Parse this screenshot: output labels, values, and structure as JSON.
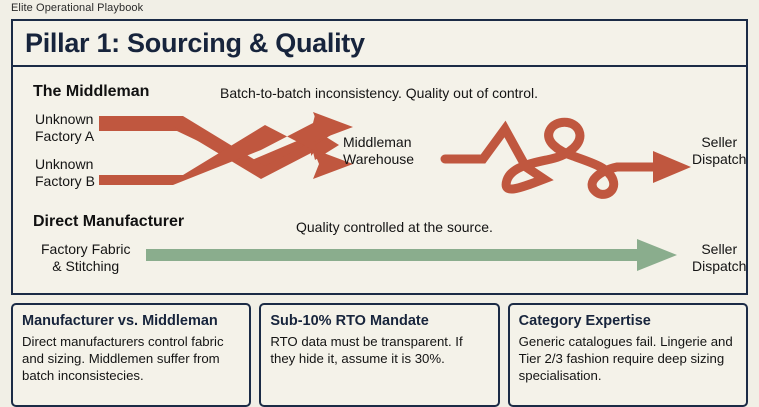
{
  "kicker": "Elite Operational Playbook",
  "header": {
    "title": "Pillar 1: Sourcing & Quality"
  },
  "colors": {
    "page_background": "#f1efe6",
    "panel_background": "#f4f2e9",
    "border_navy": "#1b2b46",
    "title_navy": "#17243c",
    "arrow_red": "#c0573f",
    "arrow_green": "#8aad8d"
  },
  "diagram": {
    "middleman": {
      "heading": "The Middleman",
      "caption": "Batch-to-batch inconsistency. Quality out of control.",
      "source_a_line1": "Unknown",
      "source_a_line2": "Factory A",
      "source_b_line1": "Unknown",
      "source_b_line2": "Factory B",
      "hub_line1": "Middleman",
      "hub_line2": "Warehouse",
      "dest_line1": "Seller",
      "dest_line2": "Dispatch",
      "flow_style": "crossed-and-tangled"
    },
    "direct": {
      "heading": "Direct Manufacturer",
      "caption": "Quality controlled at the source.",
      "source_line1": "Factory Fabric",
      "source_line2": "& Stitching",
      "dest_line1": "Seller",
      "dest_line2": "Dispatch",
      "flow_style": "straight"
    }
  },
  "cards": [
    {
      "title": "Manufacturer vs. Middleman",
      "body": "Direct manufacturers control fabric and sizing. Middlemen suffer from batch inconsistecies."
    },
    {
      "title": "Sub-10% RTO Mandate",
      "body": "RTO data must be transparent. If they hide it, assume it is 30%."
    },
    {
      "title": "Category Expertise",
      "body": "Generic catalogues fail. Lingerie and Tier 2/3 fashion require deep sizing specialisation."
    }
  ]
}
